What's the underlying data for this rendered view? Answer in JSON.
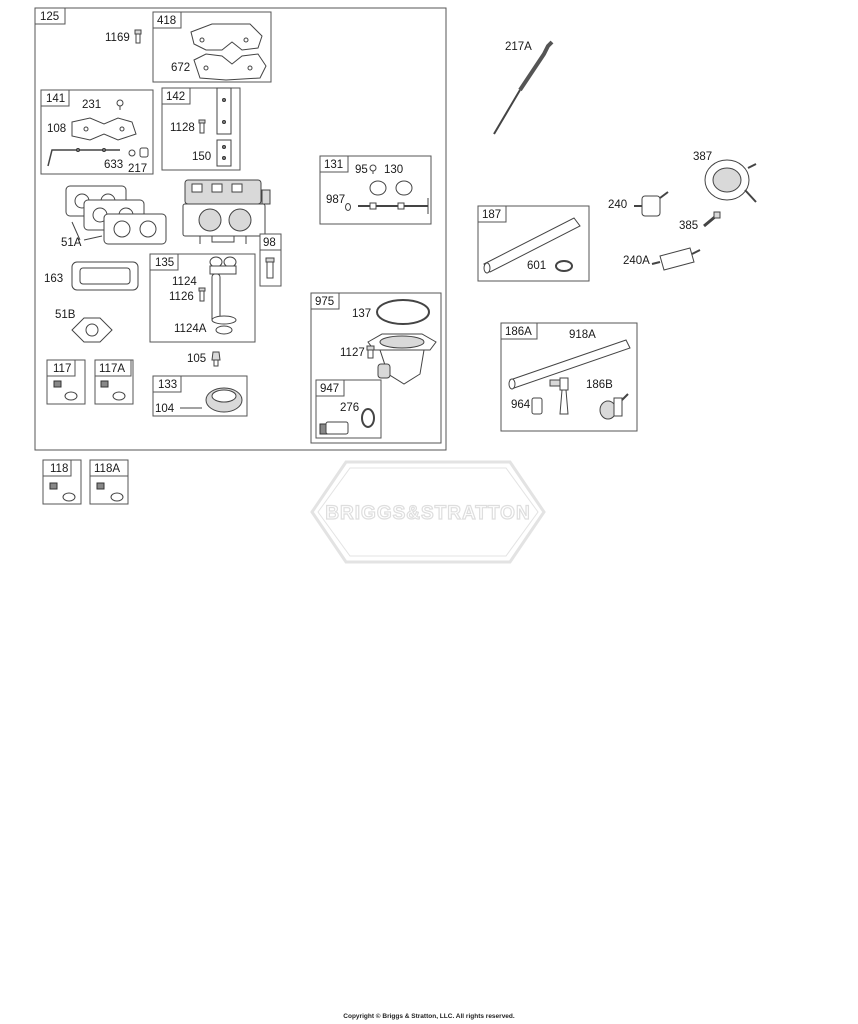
{
  "watermark": {
    "text": "BRIGGS&STRATTON"
  },
  "copyright": "Copyright © Briggs & Stratton, LLC. All rights reserved.",
  "groups": {
    "g125": "125",
    "g418": "418",
    "g141": "141",
    "g142": "142",
    "g131": "131",
    "g98": "98",
    "g135": "135",
    "g975": "975",
    "g947": "947",
    "g117": "117",
    "g117A": "117A",
    "g133": "133",
    "g118": "118",
    "g118A": "118A",
    "g187": "187",
    "g186A": "186A"
  },
  "parts": {
    "p1169": "1169",
    "p672": "672",
    "p231": "231",
    "p108": "108",
    "p633": "633",
    "p217": "217",
    "p1128": "1128",
    "p150": "150",
    "p95": "95",
    "p130": "130",
    "p987": "987",
    "p51A": "51A",
    "p163": "163",
    "p51B": "51B",
    "p1124": "1124",
    "p1126": "1126",
    "p1124A": "1124A",
    "p105": "105",
    "p104": "104",
    "p137": "137",
    "p1127": "1127",
    "p276": "276",
    "p217A": "217A",
    "p387": "387",
    "p240": "240",
    "p385": "385",
    "p240A": "240A",
    "p601": "601",
    "p918A": "918A",
    "p964": "964",
    "p186B": "186B"
  }
}
